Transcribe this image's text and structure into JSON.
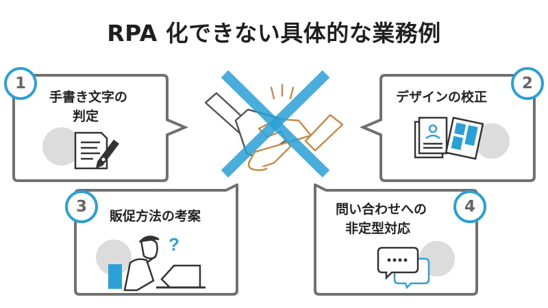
{
  "title": "RPA 化できない具体的な業務例",
  "colors": {
    "accent": "#2aa0d6",
    "frame": "#707070",
    "circle_fill": "#dcdcdc"
  },
  "items": [
    {
      "number": "1",
      "label_lines": [
        "手書き文字の",
        "判定"
      ],
      "icon": "handwritten-document-pen-icon"
    },
    {
      "number": "2",
      "label_lines": [
        "デザインの校正"
      ],
      "icon": "design-documents-icon"
    },
    {
      "number": "3",
      "label_lines": [
        "販促方法の考案"
      ],
      "icon": "person-thinking-at-laptop-icon"
    },
    {
      "number": "4",
      "label_lines": [
        "問い合わせへの",
        "非定型対応"
      ],
      "icon": "chat-bubbles-icon"
    }
  ],
  "center_icon": "crossed-out-handshake-icon"
}
